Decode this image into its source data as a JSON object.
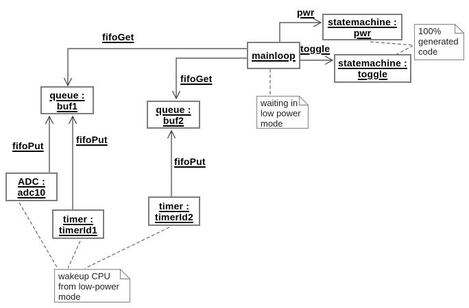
{
  "diagram_type": "uml-object-collaboration-diagram",
  "objects": {
    "mainloop": {
      "line1": "mainloop"
    },
    "statemachine_pwr": {
      "line1": "statemachine :",
      "line2": "pwr"
    },
    "statemachine_toggle": {
      "line1": "statemachine :",
      "line2": "toggle"
    },
    "queue_buf1": {
      "line1": "queue :",
      "line2": "buf1"
    },
    "queue_buf2": {
      "line1": "queue :",
      "line2": "buf2"
    },
    "adc_adc10": {
      "line1": "ADC :",
      "line2": "adc10"
    },
    "timer_timerid1": {
      "line1": "timer :",
      "line2": "timerId1"
    },
    "timer_timerid2": {
      "line1": "timer :",
      "line2": "timerId2"
    }
  },
  "link_labels": {
    "pwr": "pwr",
    "toggle": "toggle",
    "fifoget_buf1": "fifoGet",
    "fifoget_buf2": "fifoGet",
    "fifoput_adc": "fifoPut",
    "fifoput_timer1": "fifoPut",
    "fifoput_timer2": "fifoPut"
  },
  "notes": {
    "generated_code": "100%\ngenerated\ncode",
    "waiting": "waiting in\nlow power\nmode",
    "wakeup": "wakeup CPU\nfrom low-power\nmode"
  },
  "colors": {
    "background": "#ffffff",
    "box_border": "#7d7d7d",
    "note_border": "#8a8a8a",
    "connector": "#3c3c3c",
    "dashed_line": "#5a5a5a",
    "text": "#000000",
    "note_text": "#222222"
  }
}
